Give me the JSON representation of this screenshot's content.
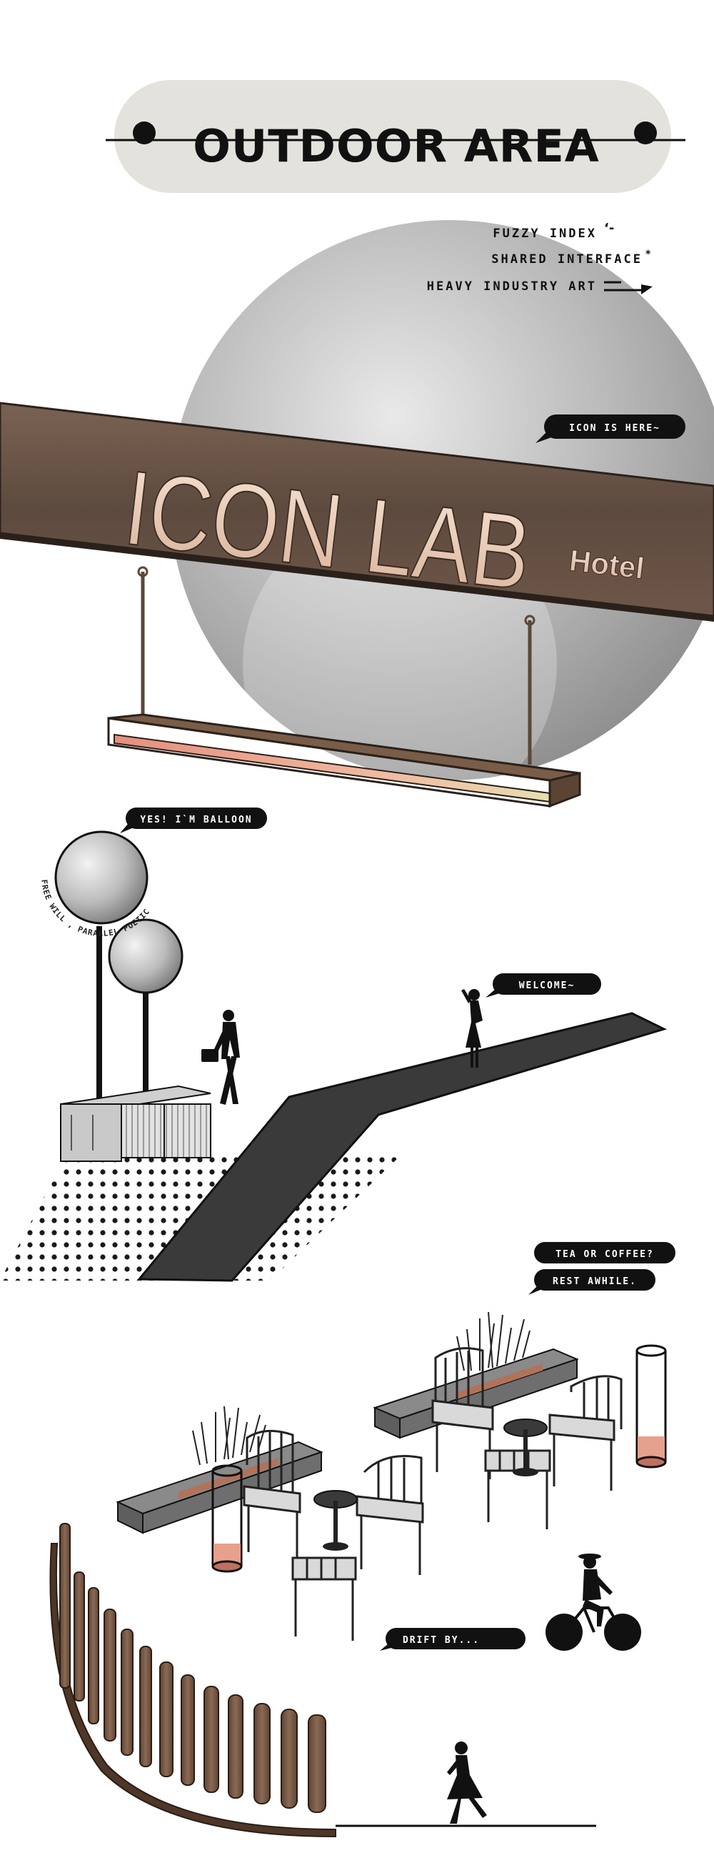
{
  "header": {
    "title": "OUTDOOR AREA"
  },
  "taglines": [
    "FUZZY INDEX",
    "SHARED  INTERFACE",
    "HEAVY INDUSTRY ART"
  ],
  "sign": {
    "main": "ICON LAB",
    "sub": "Hotel"
  },
  "balloon": {
    "curved_text": "FREE WILL , PARALLEL POETIC"
  },
  "bubbles": {
    "icon_is_here": "ICON IS HERE~",
    "balloon": "YES! I`M  BALLOON",
    "welcome": "WELCOME~",
    "tea": "TEA OR COFFEE?",
    "rest": "REST AWHILE.",
    "drift": "DRIFT BY..."
  },
  "colors": {
    "pill_bg": "#e4e2dd",
    "bronze": "#6b5547",
    "bronze_light": "#e8cdb8",
    "sphere": "#bdbdbd",
    "path": "#3a3a3a",
    "wood": "#7a5a45"
  }
}
